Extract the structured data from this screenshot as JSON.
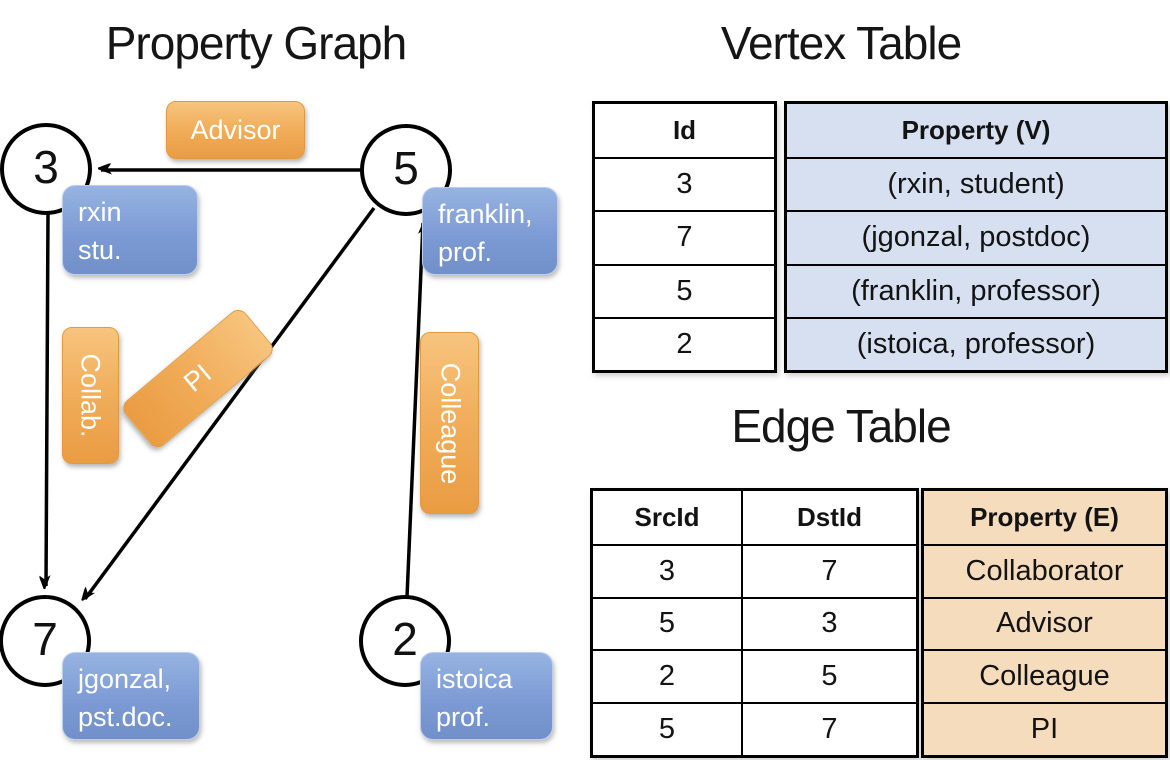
{
  "titles": {
    "graph": "Property Graph",
    "vertex": "Vertex Table",
    "edge": "Edge Table"
  },
  "graph": {
    "nodes": [
      {
        "id": "3",
        "prop_line1": "rxin",
        "prop_line2": "stu."
      },
      {
        "id": "5",
        "prop_line1": "franklin,",
        "prop_line2": "prof."
      },
      {
        "id": "7",
        "prop_line1": "jgonzal,",
        "prop_line2": "pst.doc."
      },
      {
        "id": "2",
        "prop_line1": "istoica",
        "prop_line2": "prof."
      }
    ],
    "edges": [
      {
        "label": "Advisor",
        "from": "5",
        "to": "3"
      },
      {
        "label": "Collab.",
        "from": "3",
        "to": "7"
      },
      {
        "label": "PI",
        "from": "5",
        "to": "7"
      },
      {
        "label": "Colleague",
        "from": "2",
        "to": "5"
      }
    ]
  },
  "vertex_table": {
    "col_id": "Id",
    "col_property": "Property (V)",
    "rows": [
      {
        "id": "3",
        "property": "(rxin, student)"
      },
      {
        "id": "7",
        "property": "(jgonzal, postdoc)"
      },
      {
        "id": "5",
        "property": "(franklin, professor)"
      },
      {
        "id": "2",
        "property": "(istoica, professor)"
      }
    ]
  },
  "edge_table": {
    "col_src": "SrcId",
    "col_dst": "DstId",
    "col_property": "Property (E)",
    "rows": [
      {
        "src": "3",
        "dst": "7",
        "property": "Collaborator"
      },
      {
        "src": "5",
        "dst": "3",
        "property": "Advisor"
      },
      {
        "src": "2",
        "dst": "5",
        "property": "Colleague"
      },
      {
        "src": "5",
        "dst": "7",
        "property": "PI"
      }
    ]
  },
  "colors": {
    "edge_stroke": "#000000",
    "node_fill": "#ffffff",
    "orange_label": "#f0ab57",
    "blue_label": "#84a2d8",
    "vertex_property_bg": "#d7e0f0",
    "edge_property_bg": "#f5dcbd"
  }
}
